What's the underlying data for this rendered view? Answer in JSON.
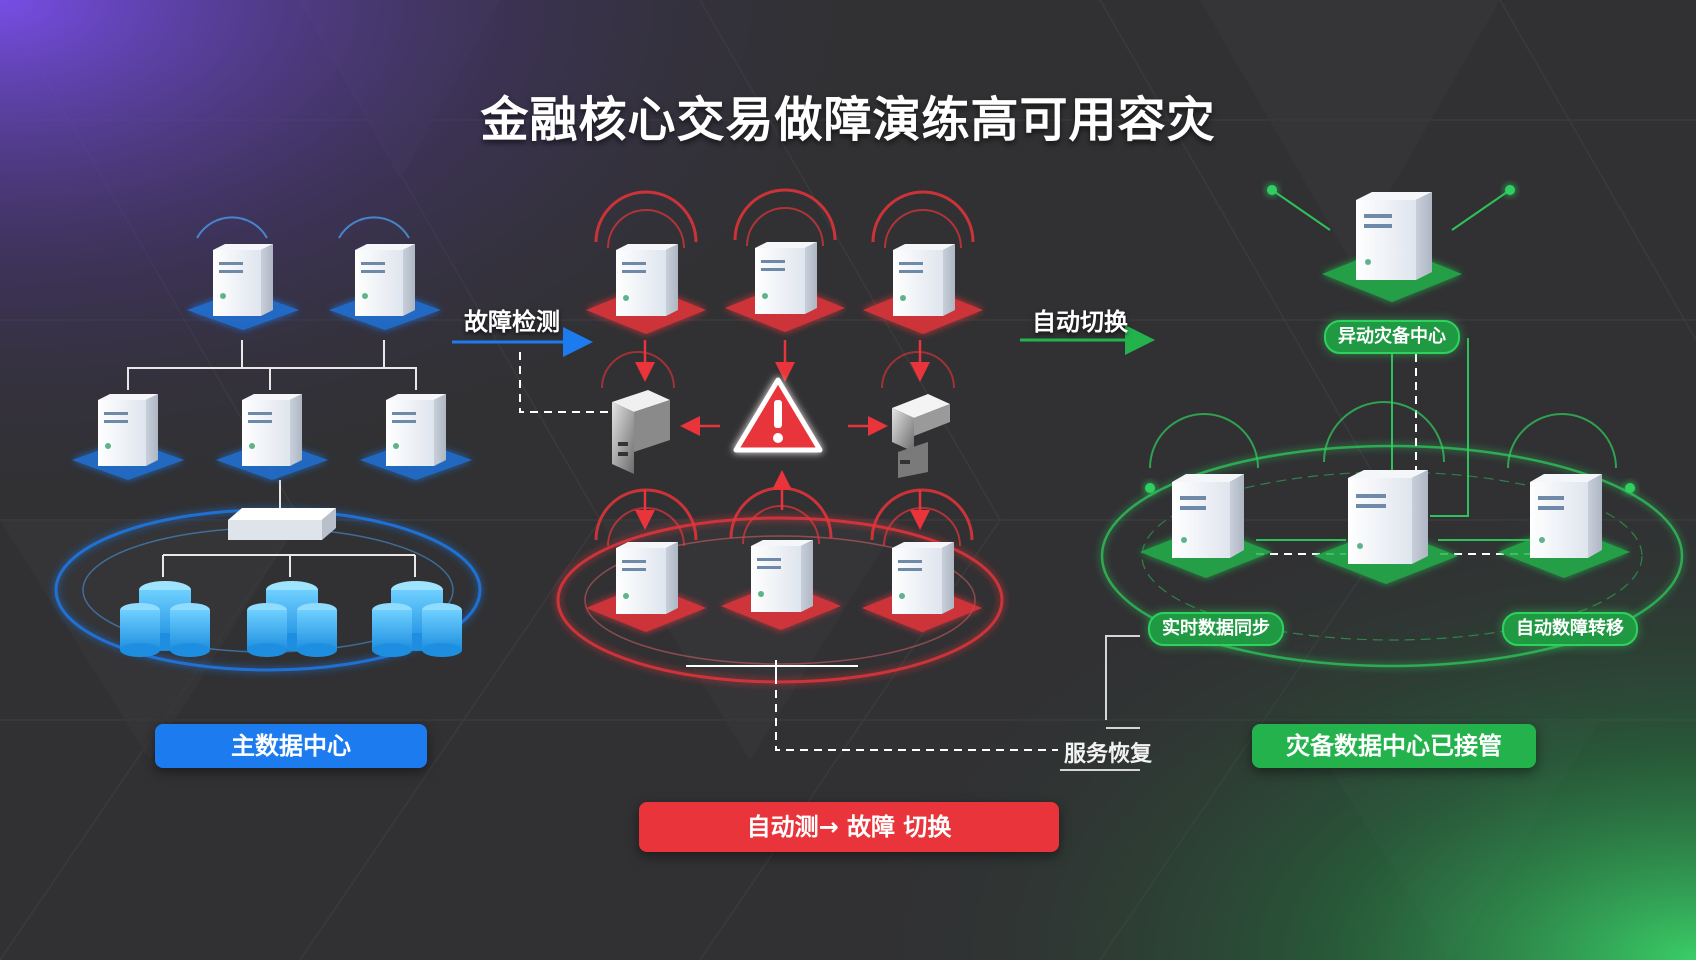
{
  "title": "金融核心交易做障演练高可用容灾",
  "flow": {
    "detect_label": "故障检测",
    "switch_label": "自动切换"
  },
  "panels": {
    "primary_label": "主数据中心",
    "fault_label": "自动测→ 故障 切换",
    "backup_label": "灾备数据中心已接管"
  },
  "backup_tags": {
    "top": "异动灾备中心",
    "sync": "实时数据同步",
    "failover": "自动数障转移"
  },
  "restore_label": "服务恢复",
  "colors": {
    "primary_blue": "#1d7bf0",
    "fault_red": "#e8343a",
    "backup_green": "#23b24c",
    "background": "#2f2f31"
  },
  "icons": {
    "server": "server-icon",
    "database": "database-icon",
    "switch": "network-switch-icon",
    "warning": "warning-triangle-icon",
    "firewall": "firewall-node-icon"
  }
}
